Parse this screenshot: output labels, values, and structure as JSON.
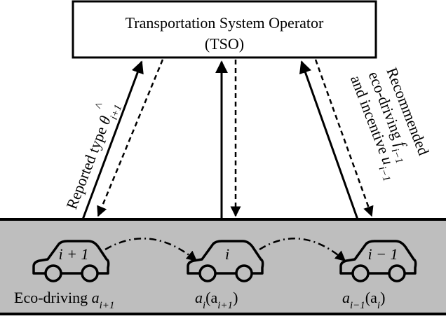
{
  "tso": {
    "line1": "Transportation System Operator",
    "line2": "(TSO)"
  },
  "left_label": {
    "text": "Reported type ",
    "symbol": "θ",
    "hat": "^",
    "subscript": "i+1"
  },
  "right_label": {
    "line1": "Recommended",
    "line2_text": "eco-driving ",
    "line2_symbol": "f",
    "line2_sub": "i−1",
    "line3_text": "and incentive ",
    "line3_symbol": "u",
    "line3_sub": "i−1"
  },
  "cars": [
    {
      "label": "i + 1",
      "caption_text": "Eco-driving ",
      "caption_symbol": "a",
      "caption_sub": "i+1",
      "caption_tail": ""
    },
    {
      "label": "i",
      "caption_text": "",
      "caption_symbol": "a",
      "caption_sub": "i",
      "caption_tail": "(a",
      "caption_tail_sub": "i+1",
      "caption_end": ")"
    },
    {
      "label": "i − 1",
      "caption_text": "",
      "caption_symbol": "a",
      "caption_sub": "i−1",
      "caption_tail": "(a",
      "caption_tail_sub": "i",
      "caption_end": ")"
    }
  ],
  "colors": {
    "road": "#bebebe",
    "stroke": "#000000",
    "background": "#ffffff"
  }
}
